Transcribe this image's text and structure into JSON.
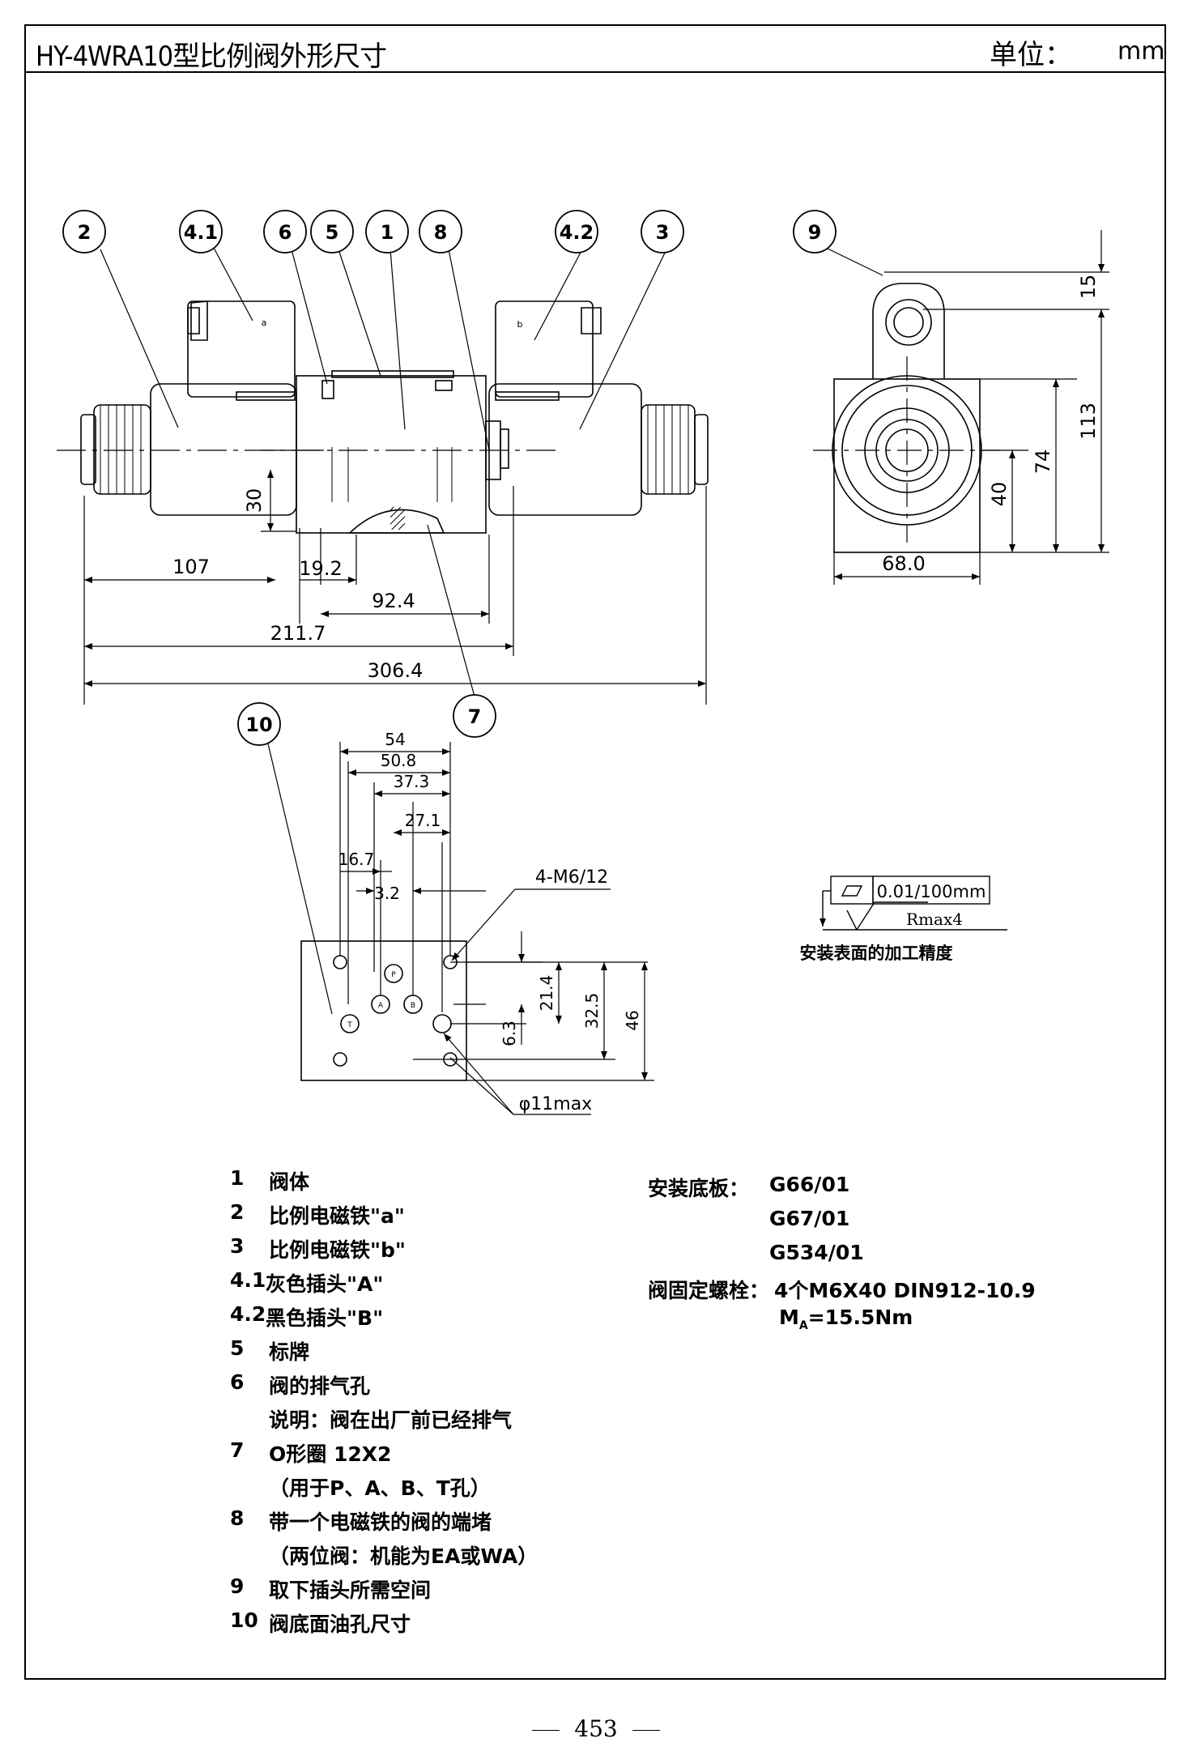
{
  "header": {
    "title": "HY-4WRA10型比例阀外形尺寸",
    "unit_label": "单位：",
    "unit_value": "mm"
  },
  "page_number": "453",
  "balloons": [
    "2",
    "4.1",
    "6",
    "5",
    "1",
    "8",
    "4.2",
    "3",
    "9",
    "10",
    "7"
  ],
  "plug_marks": {
    "a": "a",
    "b": "b"
  },
  "front_view": {
    "dims": {
      "d107": "107",
      "d19_2": "19.2",
      "d92_4": "92.4",
      "d211_7": "211.7",
      "d306_4": "306.4",
      "d30": "30"
    }
  },
  "side_view": {
    "dims": {
      "d15": "15",
      "d113": "113",
      "d74": "74",
      "d40": "40",
      "d68": "68.0"
    }
  },
  "bottom_view": {
    "dims": {
      "d54": "54",
      "d50_8": "50.8",
      "d37_3": "37.3",
      "d27_1": "27.1",
      "d16_7": "16.7",
      "d3_2": "3.2",
      "d21_4": "21.4",
      "d32_5": "32.5",
      "d46": "46",
      "d6_3": "6.3"
    },
    "thread_callout": "4-M6/12",
    "hole_callout": "φ11max",
    "port_labels": {
      "p": "P",
      "a": "A",
      "b": "B",
      "t": "T"
    }
  },
  "surface": {
    "flatness_value": "0.01/100mm",
    "roughness": "Rmax4",
    "caption": "安装表面的加工精度"
  },
  "legend": [
    {
      "num": "1",
      "text": "阀体"
    },
    {
      "num": "2",
      "text": "比例电磁铁\"a\""
    },
    {
      "num": "3",
      "text": "比例电磁铁\"b\""
    },
    {
      "num": "4.1",
      "text": "灰色插头\"A\""
    },
    {
      "num": "4.2",
      "text": "黑色插头\"B\""
    },
    {
      "num": "5",
      "text": "标牌"
    },
    {
      "num": "6",
      "text": "阀的排气孔"
    },
    {
      "num": "",
      "text": "说明：阀在出厂前已经排气"
    },
    {
      "num": "7",
      "text": "O形圈 12X2"
    },
    {
      "num": "",
      "text": "（用于P、A、B、T孔）"
    },
    {
      "num": "8",
      "text": "带一个电磁铁的阀的端堵"
    },
    {
      "num": "",
      "text": "（两位阀：机能为EA或WA）"
    },
    {
      "num": "9",
      "text": "取下插头所需空间"
    },
    {
      "num": "10",
      "text": "阀底面油孔尺寸"
    }
  ],
  "mounting": {
    "base_label": "安装底板：",
    "base_values": [
      "G66/01",
      "G67/01",
      "G534/01"
    ],
    "bolt_label": "阀固定螺栓：",
    "bolt_value": "4个M6X40 DIN912-10.9",
    "torque_symbol": "M",
    "torque_sub": "A",
    "torque_value": "=15.5Nm"
  }
}
